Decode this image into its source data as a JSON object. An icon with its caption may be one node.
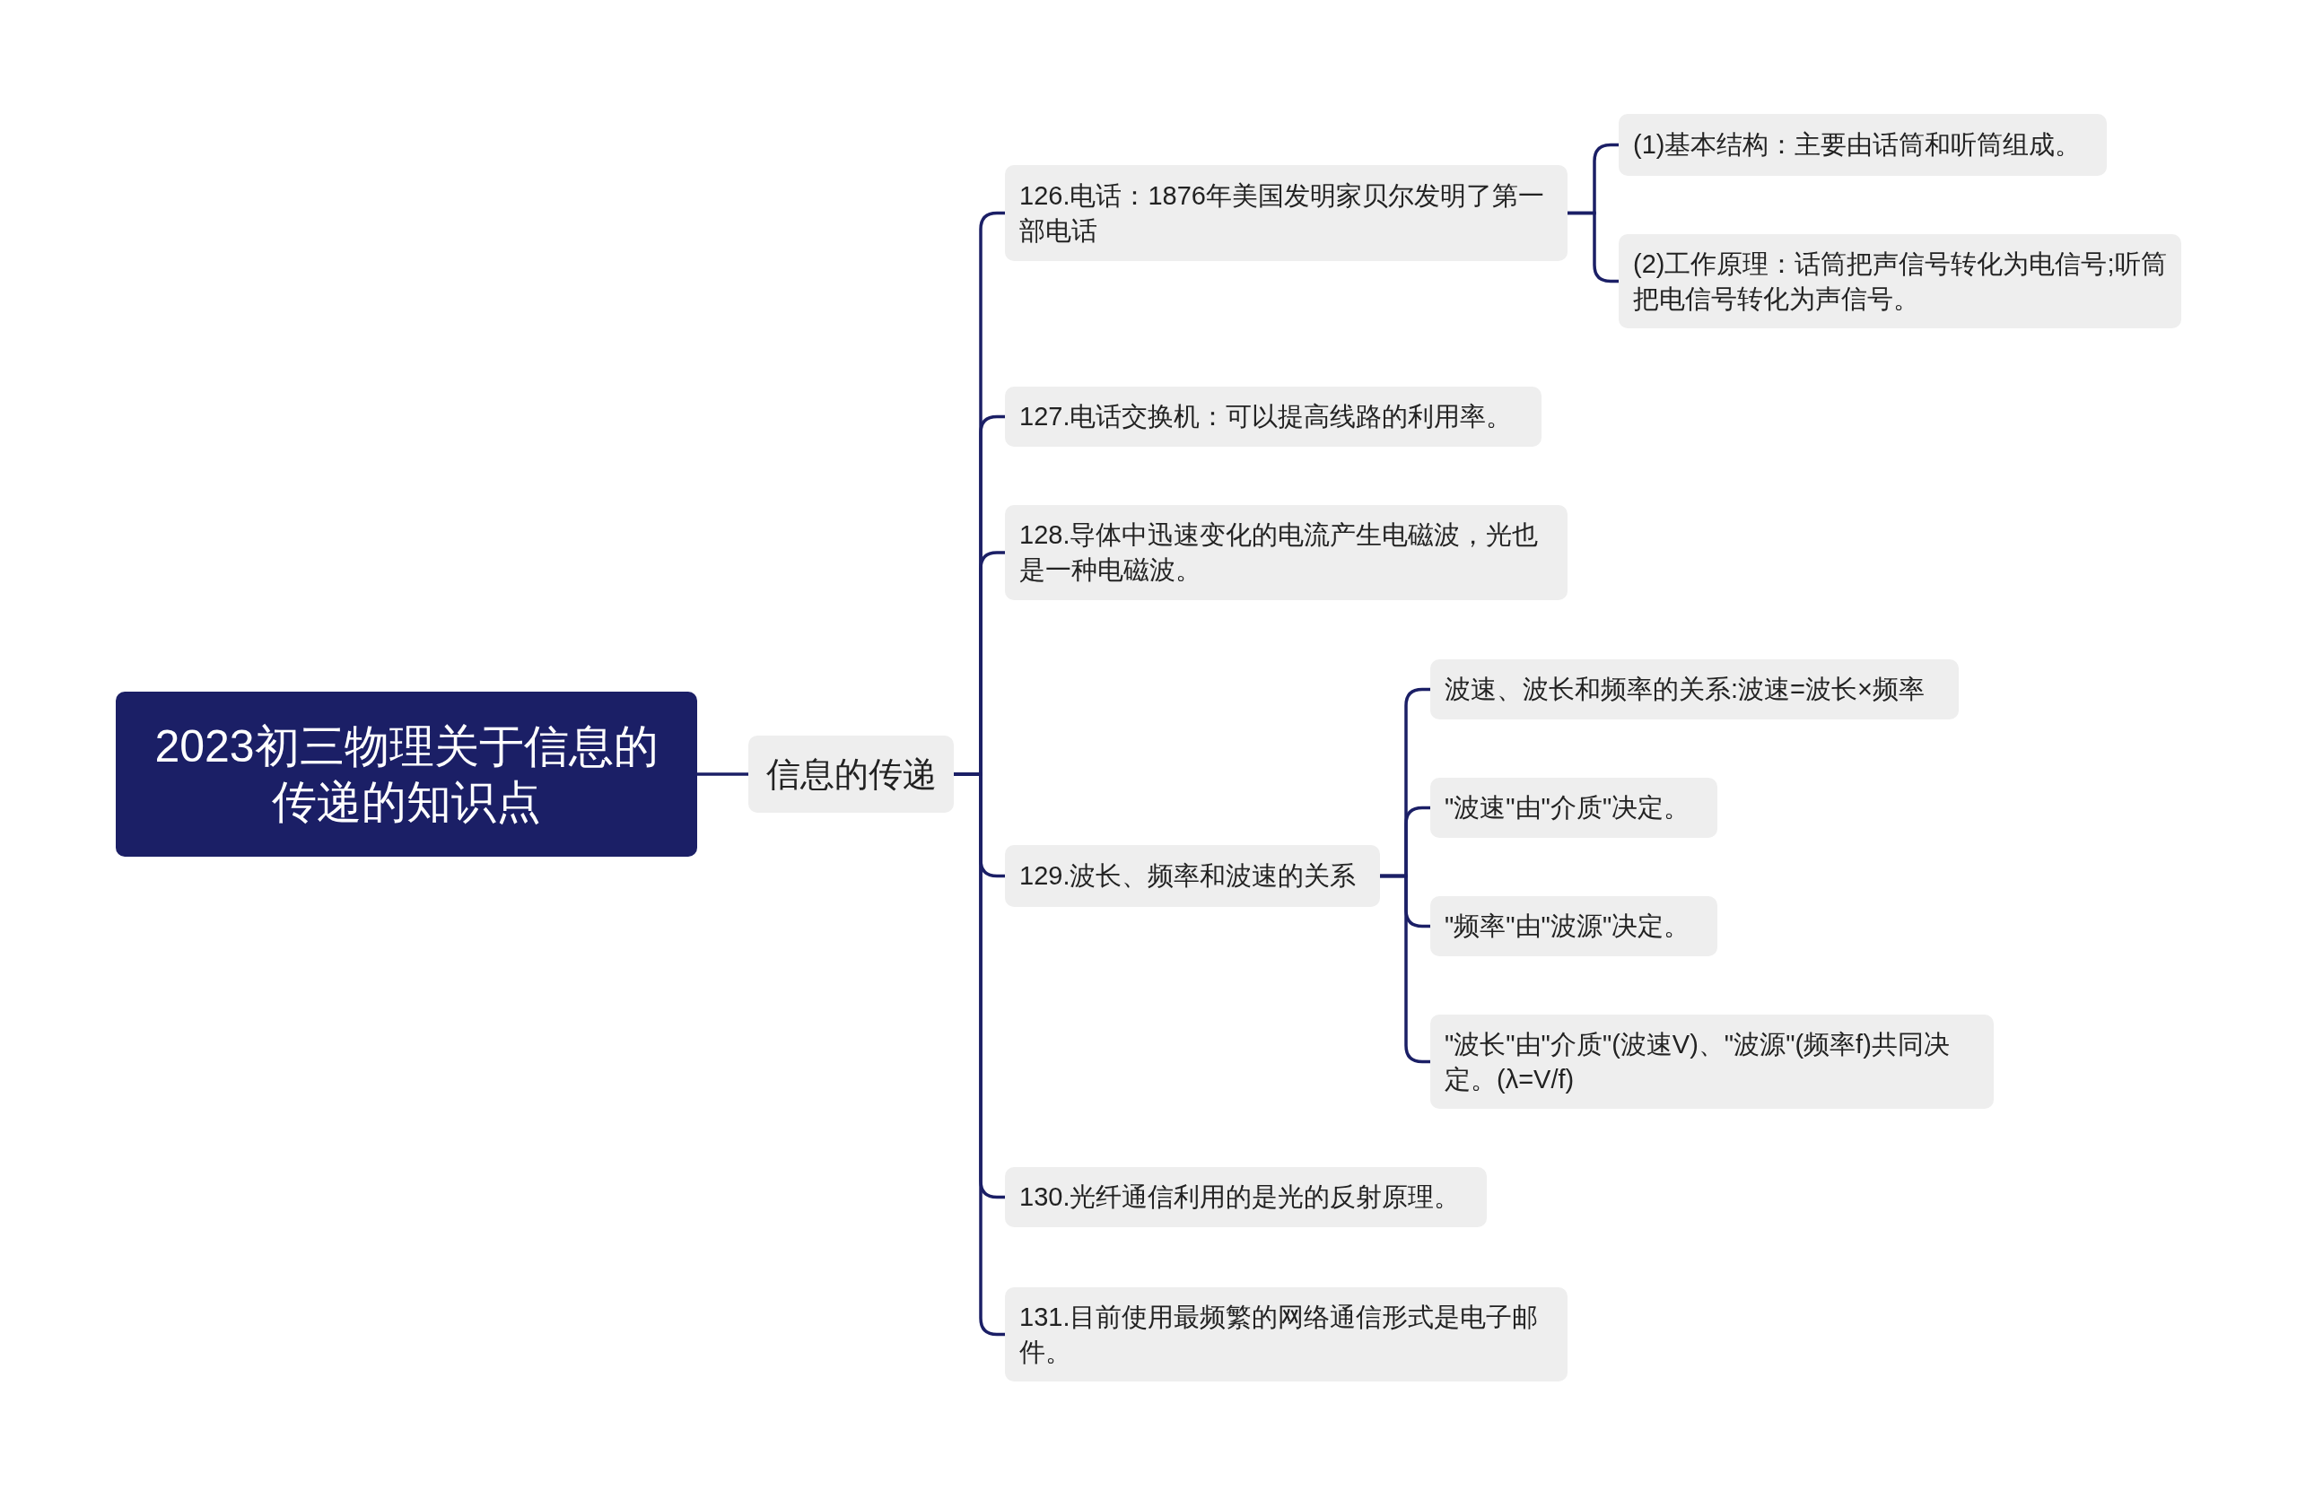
{
  "diagram": {
    "nodes": [
      {
        "text": [
          "2023初三物理关于信息的传递的知识点"
        ]
      },
      {
        "text": [
          "信息的传递"
        ]
      },
      {
        "text": [
          "126.电话：1876年美国发明家贝尔发明了第一部电话"
        ]
      },
      {
        "text": [
          "(1)基本结构：主要由话筒和听筒组成。"
        ]
      },
      {
        "text": [
          "(2)工作原理：话筒把声信号转化为电信号;听筒把电信号转化为声信号。"
        ]
      },
      {
        "text": [
          "127.电话交换机：可以提高线路的利用率。"
        ]
      },
      {
        "text": [
          "128.导体中迅速变化的电流产生电磁波，光也是一种电磁波。"
        ]
      },
      {
        "text": [
          "129.波长、频率和波速的关系"
        ]
      },
      {
        "text": [
          "波速、波长和频率的关系:波速=波长×频率"
        ]
      },
      {
        "text": [
          "\"波速\"由\"介质\"决定。"
        ]
      },
      {
        "text": [
          "\"频率\"由\"波源\"决定。"
        ]
      },
      {
        "text": [
          "\"波长\"由\"介质\"(波速V)、\"波源\"(频率f)共同决定。(λ=V/f)"
        ]
      },
      {
        "text": [
          "130.光纤通信利用的是光的反射原理。"
        ]
      },
      {
        "text": [
          "131.目前使用最频繁的网络通信形式是电子邮件。"
        ]
      }
    ],
    "edges": [
      {
        "from": 0,
        "to": 1,
        "arrow": "none"
      },
      {
        "from": 1,
        "to": 2,
        "arrow": "none"
      },
      {
        "from": 2,
        "to": 3,
        "arrow": "none"
      },
      {
        "from": 2,
        "to": 4,
        "arrow": "none"
      },
      {
        "from": 1,
        "to": 5,
        "arrow": "none"
      },
      {
        "from": 1,
        "to": 6,
        "arrow": "none"
      },
      {
        "from": 1,
        "to": 7,
        "arrow": "none"
      },
      {
        "from": 7,
        "to": 8,
        "arrow": "none"
      },
      {
        "from": 7,
        "to": 9,
        "arrow": "none"
      },
      {
        "from": 7,
        "to": 10,
        "arrow": "none"
      },
      {
        "from": 7,
        "to": 11,
        "arrow": "none"
      },
      {
        "from": 1,
        "to": 12,
        "arrow": "none"
      },
      {
        "from": 1,
        "to": 13,
        "arrow": "none"
      }
    ]
  }
}
